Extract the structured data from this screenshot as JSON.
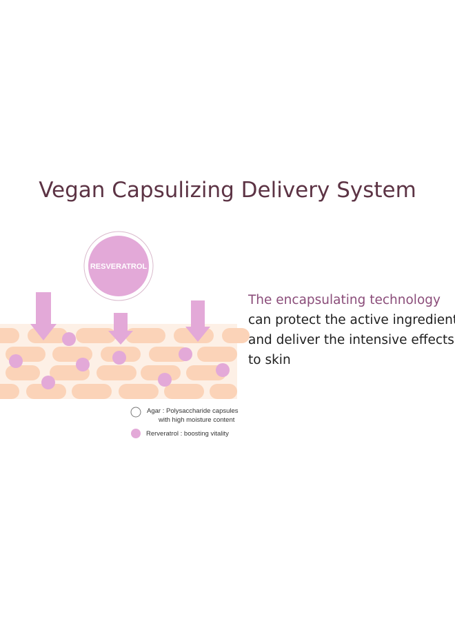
{
  "title": "Vegan Capsulizing Delivery System",
  "capsule_label": "RESVERATROL",
  "description": {
    "highlight": "The encapsulating technology",
    "lines": [
      "can protect the active ingredients",
      "and deliver the intensive effects",
      "to skin"
    ]
  },
  "legend": [
    {
      "icon": "empty-circle-icon",
      "term": "Agar",
      "separator": " : ",
      "line1": "Polysaccharide capsules",
      "line2": "with high moisture content"
    },
    {
      "icon": "pink-dot-icon",
      "term": "Rerveratrol",
      "separator": " : ",
      "line1": "boosting vitality"
    }
  ],
  "colors": {
    "title": "#5c3344",
    "highlight": "#8a4c79",
    "pink": "#e3a9d8",
    "skin_light": "#fdf0e6",
    "skin_cell": "#fbd3b8",
    "text": "#1e1e1e"
  }
}
